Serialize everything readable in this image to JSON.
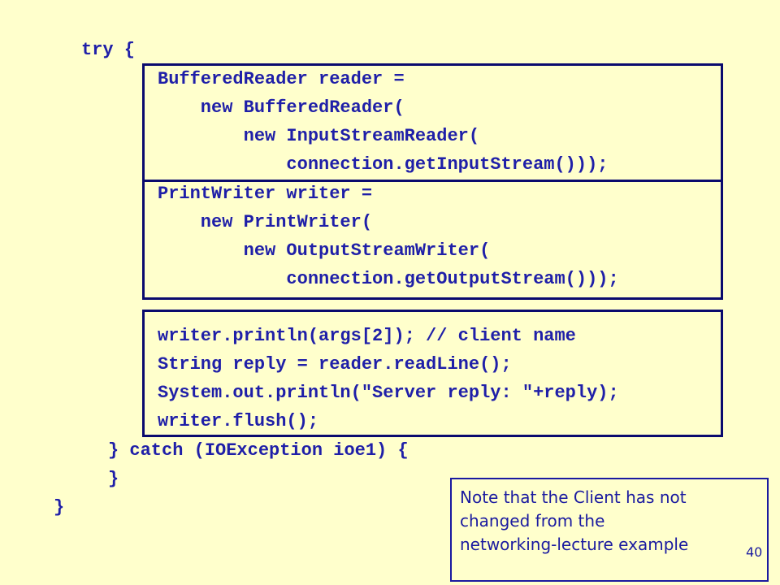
{
  "code": {
    "try_line": "try {",
    "block1": [
      "BufferedReader reader =",
      "    new BufferedReader(",
      "        new InputStreamReader(",
      "            connection.getInputStream()));"
    ],
    "block2": [
      "PrintWriter writer =",
      "    new PrintWriter(",
      "        new OutputStreamWriter(",
      "            connection.getOutputStream()));"
    ],
    "block3": [
      "writer.println(args[2]); // client name",
      "String reply = reader.readLine();",
      "System.out.println(\"Server reply: \"+reply);",
      "writer.flush();"
    ],
    "catch_line": "} catch (IOException ioe1) {",
    "catch_close": "}",
    "method_close": "}"
  },
  "note": {
    "lines": [
      "Note that the Client has not",
      "changed from the",
      "networking-lecture example"
    ]
  },
  "page_number": "40"
}
